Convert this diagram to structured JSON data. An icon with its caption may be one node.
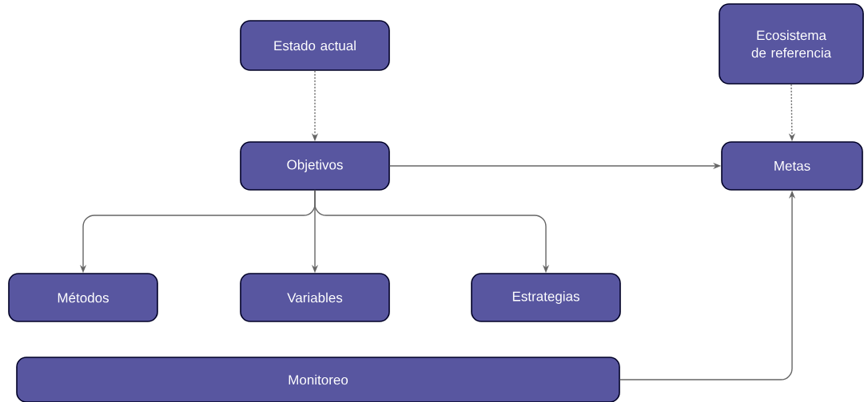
{
  "diagram": {
    "nodes": [
      {
        "text": [
          "Estado actual"
        ]
      },
      {
        "text": [
          "Ecosistema de referencia"
        ]
      },
      {
        "text": [
          "Objetivos"
        ]
      },
      {
        "text": [
          "Metas"
        ]
      },
      {
        "text": [
          "Métodos"
        ]
      },
      {
        "text": [
          "Variables"
        ]
      },
      {
        "text": [
          "Estrategias"
        ]
      },
      {
        "text": [
          "Monitoreo"
        ]
      }
    ],
    "edges": [
      {
        "from": 0,
        "to": 2,
        "arrow": "to",
        "style": "dashed"
      },
      {
        "from": 1,
        "to": 3,
        "arrow": "to",
        "style": "dashed"
      },
      {
        "from": 2,
        "to": 3,
        "arrow": "to"
      },
      {
        "from": 2,
        "to": 4,
        "arrow": "to"
      },
      {
        "from": 2,
        "to": 5,
        "arrow": "to"
      },
      {
        "from": 2,
        "to": 6,
        "arrow": "to"
      },
      {
        "from": 7,
        "to": 3,
        "arrow": "to"
      }
    ]
  }
}
